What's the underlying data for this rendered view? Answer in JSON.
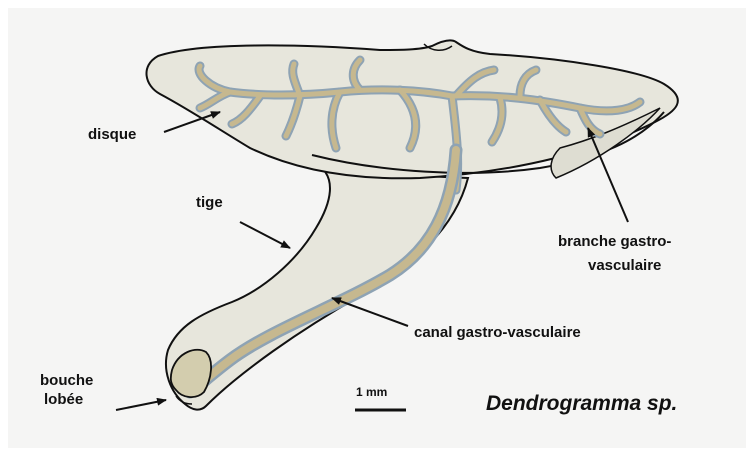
{
  "species_name": "Dendrogramma sp.",
  "scale_bar": {
    "label": "1 mm"
  },
  "labels": {
    "disque": "disque",
    "tige": "tige",
    "bouche_line1": "bouche",
    "bouche_line2": "lobée",
    "branche_line1": "branche gastro-",
    "branche_line2": "vasculaire",
    "canal": "canal gastro-vasculaire"
  },
  "colors": {
    "background": "#f5f5f4",
    "body_fill": "#e7e6dc",
    "outline": "#111111",
    "canal_fill": "#c6b88f",
    "canal_edge": "#8ea3b4"
  }
}
